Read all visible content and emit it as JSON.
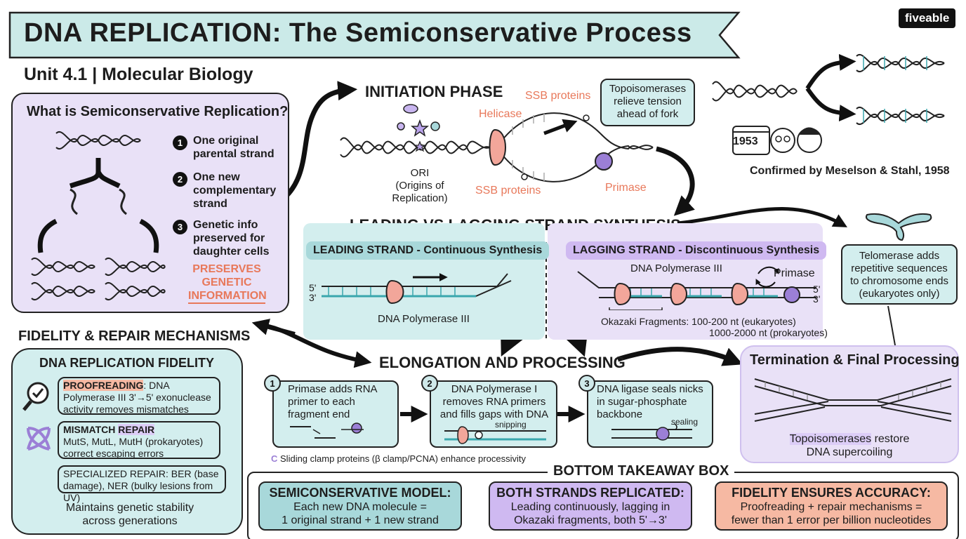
{
  "header": {
    "title": "DNA REPLICATION: The Semiconservative Process",
    "subtitle": "Unit 4.1 | Molecular Biology",
    "logo": "fiveable"
  },
  "semiconservative": {
    "title": "What is Semiconservative Replication?",
    "points": [
      {
        "num": "1",
        "text": "One original parental strand"
      },
      {
        "num": "2",
        "text": "One new complementary strand"
      },
      {
        "num": "3",
        "text": "Genetic info preserved for daughter cells"
      }
    ],
    "emphasis": [
      "PRESERVES",
      "GENETIC",
      "INFORMATION"
    ]
  },
  "initiation": {
    "title": "INITIATION PHASE",
    "helicase": "Helicase",
    "ssb_top": "SSB proteins",
    "ssb_bottom": "SSB proteins",
    "ori": [
      "ORI",
      "(Origins of",
      "Replication)"
    ],
    "primase": "Primase",
    "topo_callout": [
      "Topoisomerases",
      "relieve tension",
      "ahead of fork"
    ]
  },
  "meselson": {
    "year": "1953",
    "caption": "Confirmed by Meselson & Stahl, 1958"
  },
  "strands": {
    "title": "LEADING VS LAGGING STRAND SYNTHESIS",
    "leading_head": "LEADING STRAND - Continuous Synthesis",
    "lagging_head": "LAGGING STRAND - Discontinuous Synthesis",
    "leading_enzyme": "DNA Polymerase III",
    "lagging_enzyme": "DNA Polymerase III",
    "primase": "Primase",
    "five_prime": "5'",
    "three_prime": "3'",
    "okazaki": [
      "Okazaki Fragments: 100-200 nt (eukaryotes)",
      "1000-2000 nt (prokaryotes)"
    ]
  },
  "telomerase": {
    "text": [
      "Telomerase adds",
      "repetitive sequences",
      "to chromosome ends",
      "(eukaryotes only)"
    ]
  },
  "fidelity": {
    "section_title": "FIDELITY & REPAIR MECHANISMS",
    "panel_title": "DNA REPLICATION FIDELITY",
    "proofreading": {
      "label": "PROOFREADING",
      "text": ": DNA Polymerase III 3'→5' exonuclease activity removes mismatches"
    },
    "mismatch": {
      "label_a": "MISMATCH ",
      "label_b": "REPAIR",
      "text": "MutS, MutL, MutH (prokaryotes) correct escaping errors"
    },
    "specialized": "SPECIALIZED REPAIR: BER (base damage), NER (bulky lesions from UV)",
    "footer": [
      "Maintains genetic stability",
      "across generations"
    ]
  },
  "elongation": {
    "title": "ELONGATION AND PROCESSING",
    "steps": [
      {
        "num": "1",
        "text": [
          "Primase adds RNA",
          "primer to each",
          "fragment end"
        ]
      },
      {
        "num": "2",
        "text": [
          "DNA Polymerase I",
          "removes RNA primers",
          "and fills gaps with DNA"
        ],
        "note": "snipping"
      },
      {
        "num": "3",
        "text": [
          "DNA ligase seals nicks",
          "in sugar-phosphate",
          "backbone"
        ],
        "note": "sealing"
      }
    ],
    "clamp_note": "Sliding clamp proteins (β clamp/PCNA) enhance processivity"
  },
  "termination": {
    "title": "Termination & Final Processing",
    "text_a": "Topoisomerases",
    "text_b": " restore",
    "text_c": "DNA supercoiling"
  },
  "takeaway": {
    "title": "BOTTOM TAKEAWAY BOX",
    "boxes": [
      {
        "title": "SEMICONSERVATIVE MODEL:",
        "text": [
          "Each new DNA molecule =",
          "1 original strand + 1 new strand"
        ]
      },
      {
        "title": "BOTH STRANDS REPLICATED:",
        "text": [
          "Leading continuously, lagging in",
          "Okazaki fragments, both 5'→3'"
        ]
      },
      {
        "title": "FIDELITY ENSURES ACCURACY:",
        "text": [
          "Proofreading + repair mechanisms =",
          "fewer than 1 error per billion nucleotides"
        ]
      }
    ]
  },
  "colors": {
    "lavender": "#e9e1f7",
    "teal": "#d3eeee",
    "salmon": "#fcd5c3",
    "accent_orange": "#e8785a",
    "enzyme_pink": "#f2a69a",
    "enzyme_purple": "#9b7fd6"
  }
}
